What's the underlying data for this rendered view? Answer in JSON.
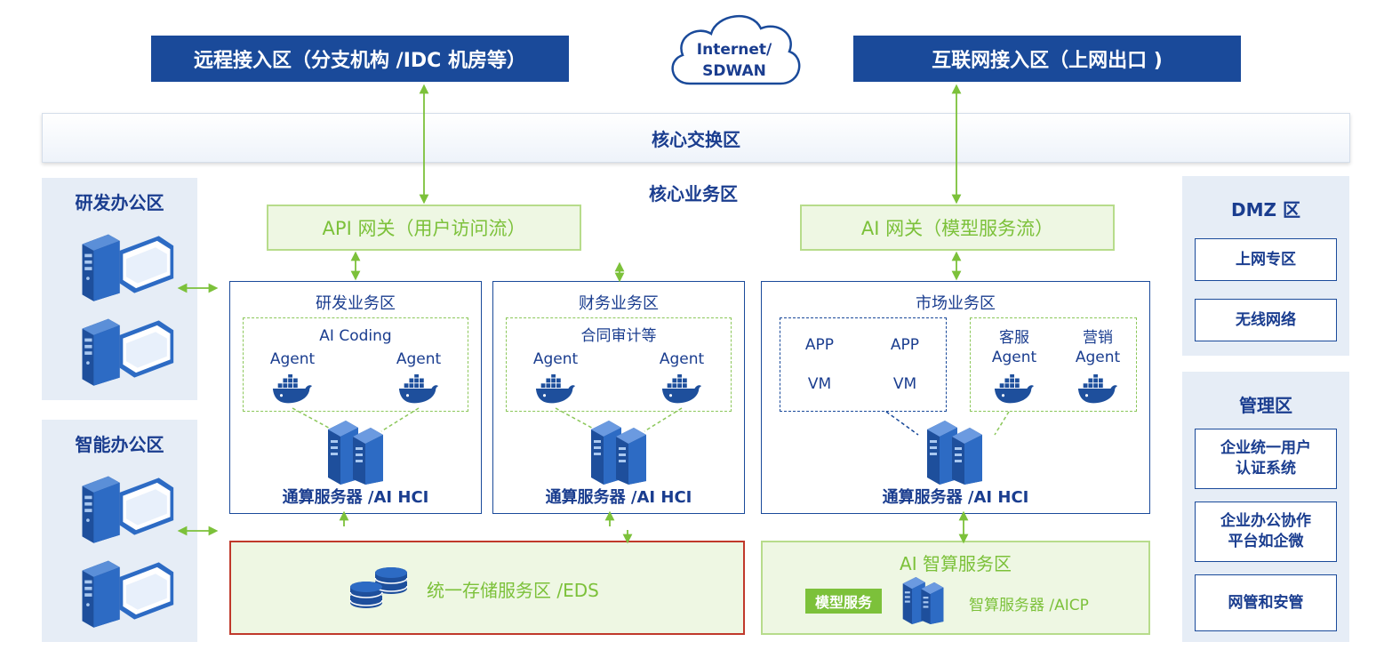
{
  "top": {
    "remote_access": "远程接入区（分支机构 /IDC 机房等）",
    "internet_access": "互联网接入区（上网出口 )",
    "cloud_line1": "Internet/",
    "cloud_line2": "SDWAN"
  },
  "core_switch": "核心交换区",
  "core_business": "核心业务区",
  "left": {
    "rd_office": "研发办公区",
    "smart_office": "智能办公区"
  },
  "gateways": {
    "api": "API 网关（用户访问流）",
    "ai": "AI 网关（模型服务流）"
  },
  "rd_zone": {
    "title": "研发业务区",
    "group": "AI Coding",
    "agent1": "Agent",
    "agent2": "Agent",
    "server": "通算服务器 /AI HCI"
  },
  "finance_zone": {
    "title": "财务业务区",
    "group": "合同审计等",
    "agent1": "Agent",
    "agent2": "Agent",
    "server": "通算服务器 /AI HCI"
  },
  "market_zone": {
    "title": "市场业务区",
    "app1": "APP",
    "app2": "APP",
    "vm1": "VM",
    "vm2": "VM",
    "cs_line1": "客服",
    "cs_line2": "Agent",
    "mk_line1": "营销",
    "mk_line2": "Agent",
    "server": "通算服务器 /AI HCI"
  },
  "storage": "统一存储服务区 /EDS",
  "ai_compute": {
    "title": "AI 智算服务区",
    "model_badge": "模型服务",
    "server": "智算服务器 /AICP"
  },
  "dmz": {
    "title": "DMZ 区",
    "items": [
      "上网专区",
      "无线网络"
    ]
  },
  "mgmt": {
    "title": "管理区",
    "items": [
      "企业统一用户\n认证系统",
      "企业办公协作\n平台如企微",
      "网管和安管"
    ]
  },
  "colors": {
    "navy": "#1a4a9a",
    "green": "#7cc13a",
    "panel": "#e6edf6",
    "red": "#c0392b"
  }
}
